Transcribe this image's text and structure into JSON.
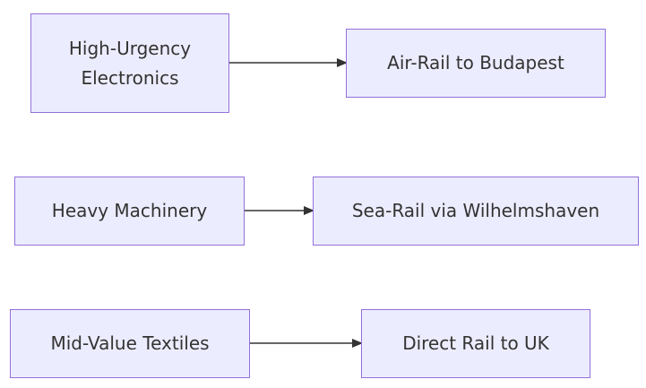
{
  "diagram": {
    "nodes": [
      {
        "id": "electronics",
        "label": "High-Urgency\nElectronics"
      },
      {
        "id": "air_rail",
        "label": "Air-Rail to Budapest"
      },
      {
        "id": "machinery",
        "label": "Heavy Machinery"
      },
      {
        "id": "sea_rail",
        "label": "Sea-Rail via Wilhelmshaven"
      },
      {
        "id": "textiles",
        "label": "Mid-Value Textiles"
      },
      {
        "id": "direct_rail",
        "label": "Direct Rail to UK"
      }
    ],
    "edges": [
      {
        "from": "electronics",
        "to": "air_rail"
      },
      {
        "from": "machinery",
        "to": "sea_rail"
      },
      {
        "from": "textiles",
        "to": "direct_rail"
      }
    ],
    "colors": {
      "node_fill": "#ECECFF",
      "node_border": "#9370DB",
      "text": "#333333",
      "edge": "#333333"
    }
  }
}
